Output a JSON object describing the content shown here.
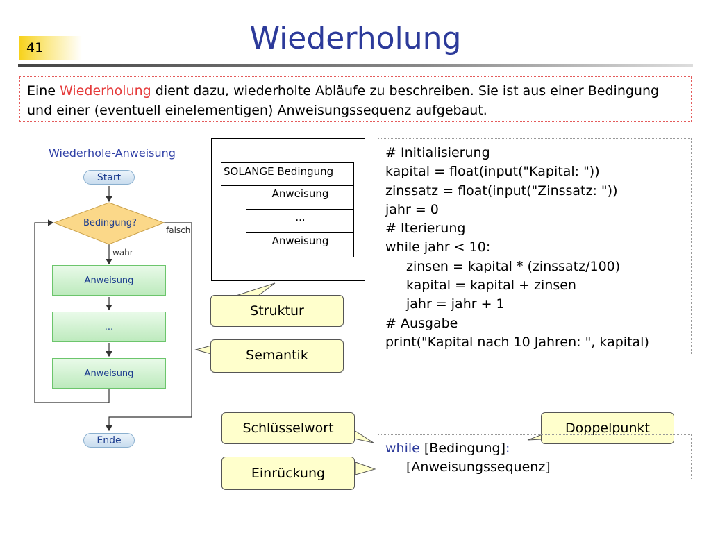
{
  "header": {
    "page_number": "41",
    "title": "Wiederholung"
  },
  "intro": {
    "before": "Eine ",
    "highlight": "Wiederholung",
    "after": " dient dazu, wiederholte Abläufe zu beschreiben. Sie ist aus einer Bedingung und einer (eventuell einelementigen) Anweisungssequenz aufgebaut."
  },
  "flowchart": {
    "title": "Wiederhole-Anweisung",
    "start": "Start",
    "condition": "Bedingung?",
    "false_label": "falsch",
    "true_label": "wahr",
    "step1": "Anweisung",
    "step2": "...",
    "step3": "Anweisung",
    "end": "Ende"
  },
  "struktogramm": {
    "header": "SOLANGE Bedingung",
    "row1": "Anweisung",
    "row2": "...",
    "row3": "Anweisung"
  },
  "callouts": {
    "struktur": "Struktur",
    "semantik": "Semantik",
    "schluesselwort": "Schlüsselwort",
    "doppelpunkt": "Doppelpunkt",
    "einrueckung": "Einrückung"
  },
  "code_example": {
    "lines": [
      "# Initialisierung",
      "kapital = float(input(\"Kapital: \"))",
      "zinssatz = float(input(\"Zinssatz: \"))",
      "jahr = 0",
      "# Iterierung",
      "while jahr < 10:",
      "zinsen = kapital * (zinssatz/100)",
      "kapital = kapital + zinsen",
      "jahr = jahr + 1",
      "# Ausgabe",
      "print(\"Kapital nach 10 Jahren: \", kapital)"
    ]
  },
  "syntax": {
    "keyword": "while",
    "condition": " [Bedingung]",
    "colon": ":",
    "body": "[Anweisungssequenz]"
  },
  "colors": {
    "title": "#2c3a9a",
    "highlight": "#e53b3b",
    "callout_bg": "#ffffcc",
    "page_badge": "#f7d21c"
  }
}
